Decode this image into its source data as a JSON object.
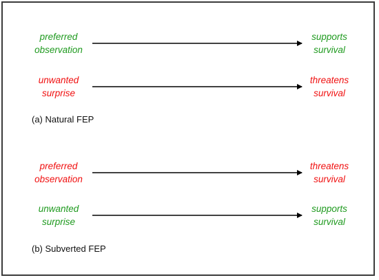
{
  "natural": {
    "row1": {
      "left": [
        "preferred",
        "observation"
      ],
      "right": [
        "supports",
        "survival"
      ]
    },
    "row2": {
      "left": [
        "unwanted",
        "surprise"
      ],
      "right": [
        "threatens",
        "survival"
      ]
    },
    "caption": "(a) Natural FEP"
  },
  "subverted": {
    "row1": {
      "left": [
        "preferred",
        "observation"
      ],
      "right": [
        "threatens",
        "survival"
      ]
    },
    "row2": {
      "left": [
        "unwanted",
        "surprise"
      ],
      "right": [
        "supports",
        "survival"
      ]
    },
    "caption": "(b) Subverted FEP"
  },
  "colors": {
    "green": "#1f9a1f",
    "red": "#f01010",
    "arrow": "#000000"
  }
}
